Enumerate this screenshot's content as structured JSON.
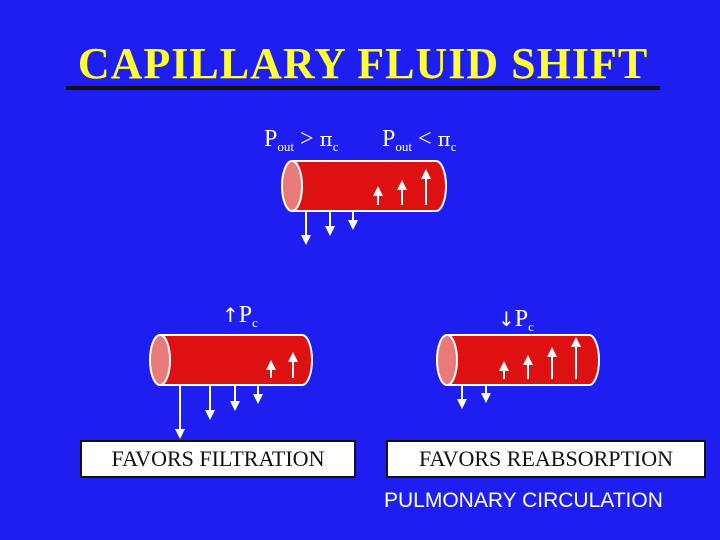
{
  "title": "CAPILLARY  FLUID  SHIFT",
  "top_labels": {
    "left": {
      "p": "P",
      "sub": "out",
      "op": " > ",
      "pi": "π",
      "pisub": "c"
    },
    "right": {
      "p": "P",
      "sub": "out",
      "op": " < ",
      "pi": "π",
      "pisub": "c"
    }
  },
  "left_panel": {
    "arrow": "↑",
    "p": "P",
    "sub": "c",
    "caption": "FAVORS  FILTRATION"
  },
  "right_panel": {
    "arrow": "↓",
    "p": "P",
    "sub": "c",
    "caption": "FAVORS  REABSORPTION"
  },
  "footer": "PULMONARY  CIRCULATION",
  "colors": {
    "background": "#1e1ef0",
    "title": "#ffff33",
    "vessel": "#dd1111",
    "vessel_end": "#e87a7a"
  }
}
